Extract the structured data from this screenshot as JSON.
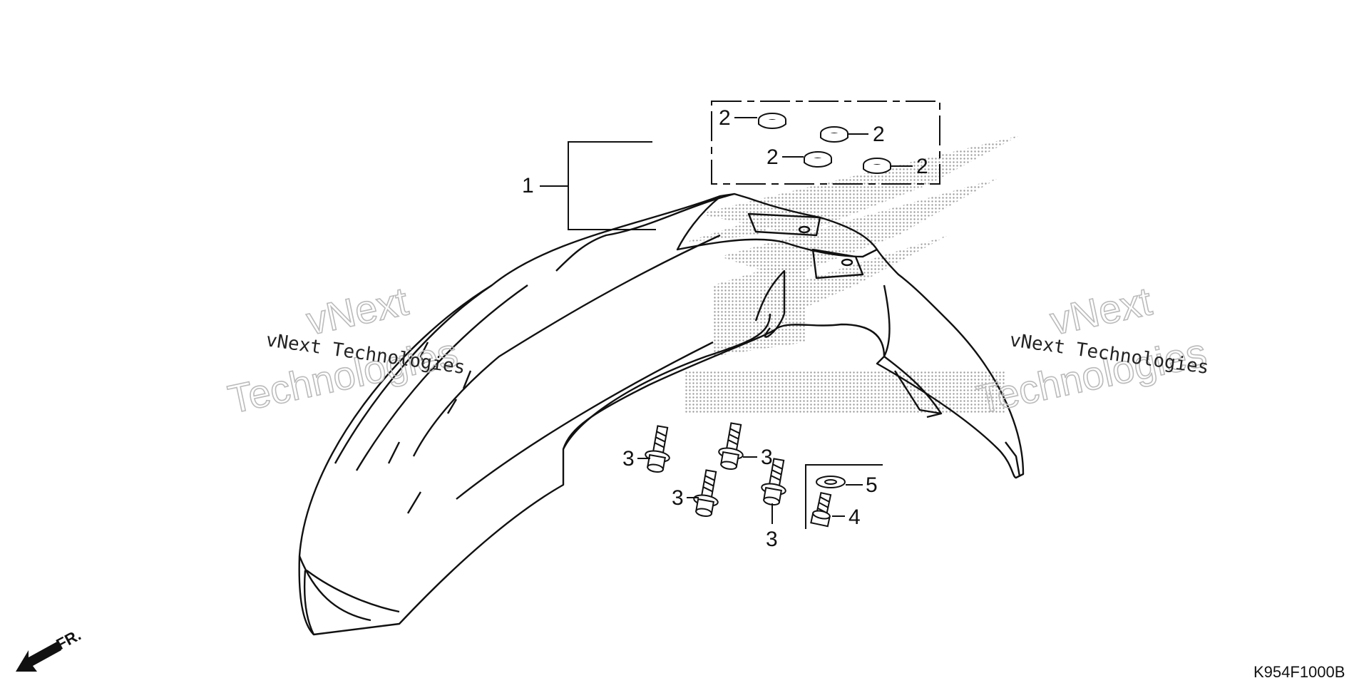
{
  "diagram": {
    "drawing_code": "K954F1000B",
    "front_marker": "FR.",
    "watermark": {
      "line": "vNext Technologies",
      "big_line1": "vNext",
      "big_line2": "Technologies"
    },
    "parts": [
      {
        "ref": "1",
        "icon": "front-fender-assembly"
      },
      {
        "ref": "2",
        "icon": "grommet-icon"
      },
      {
        "ref": "3",
        "icon": "flange-bolt-icon"
      },
      {
        "ref": "4",
        "icon": "bolt-icon"
      },
      {
        "ref": "5",
        "icon": "washer-icon"
      }
    ],
    "colors": {
      "line": "#111111",
      "watermark": "#bbbbbb",
      "halftone": "#9a9a9a"
    }
  }
}
